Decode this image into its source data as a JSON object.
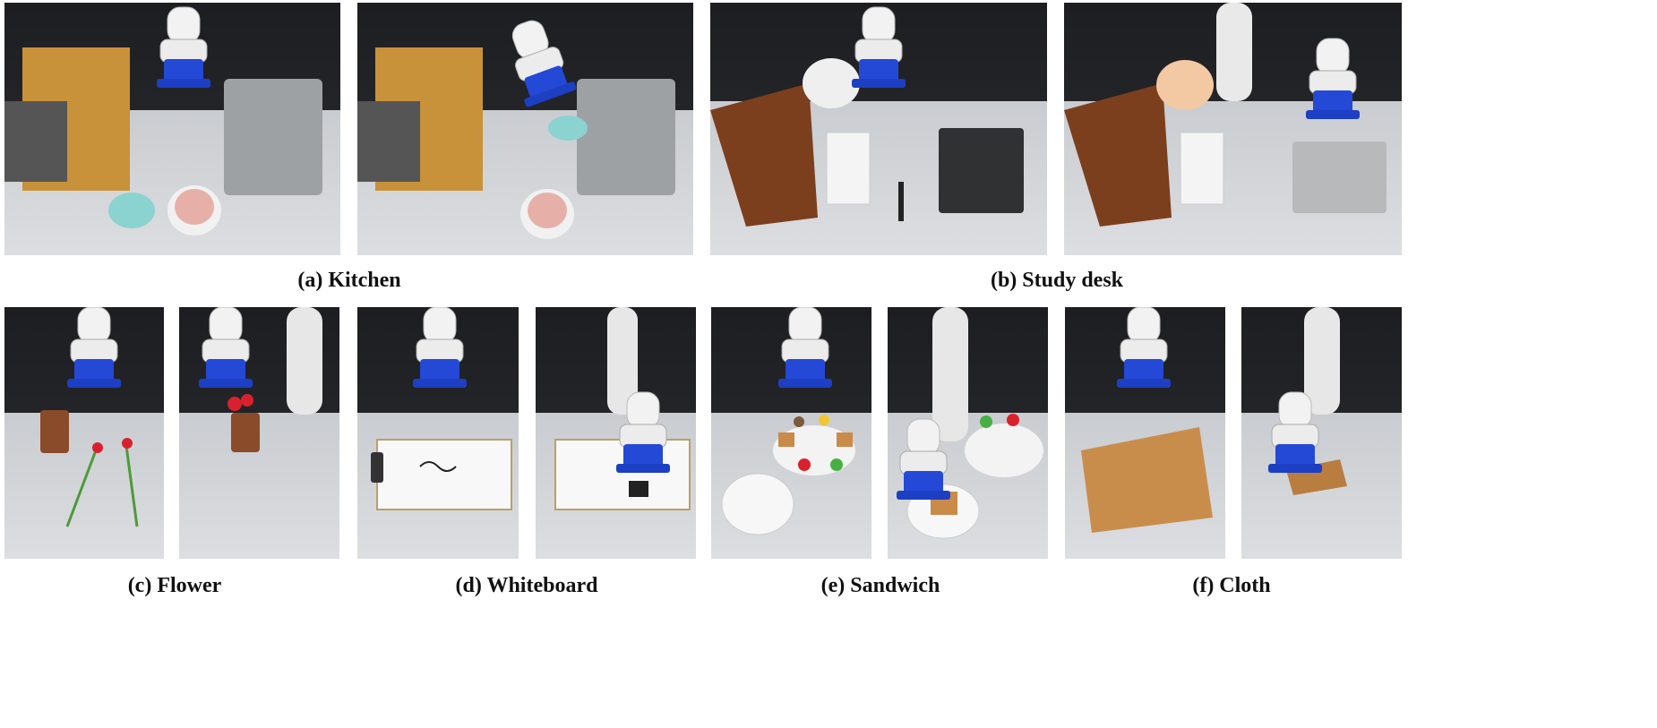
{
  "figure": {
    "captions": {
      "kitchen": "(a) Kitchen",
      "study_desk": "(b) Study desk",
      "flower": "(c) Flower",
      "whiteboard": "(d) Whiteboard",
      "sandwich": "(e) Sandwich",
      "cloth": "(f) Cloth"
    }
  }
}
